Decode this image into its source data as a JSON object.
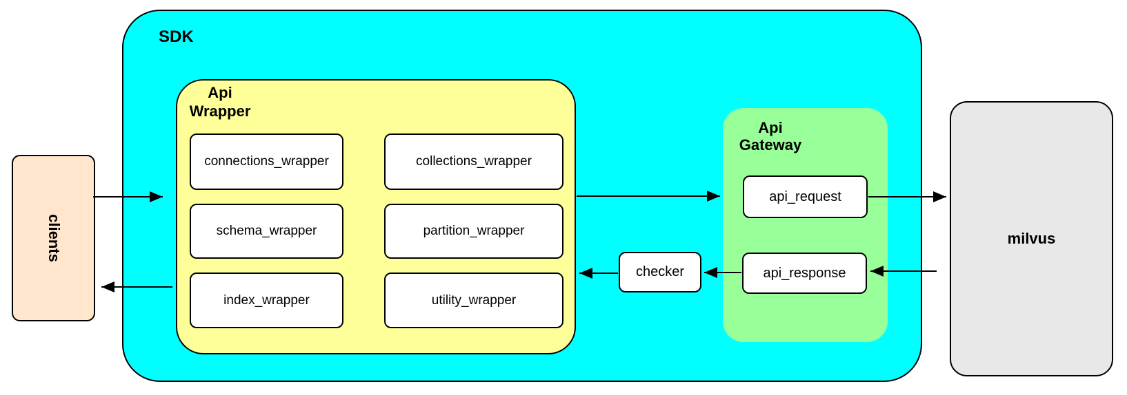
{
  "colors": {
    "sdk-fill": "#00FFFF",
    "wrapper-fill": "#FFFF99",
    "gateway-fill": "#99FF99",
    "clients-fill": "#FFE6CC",
    "milvus-fill": "#E8E8E8",
    "box-fill": "#FFFFFF",
    "stroke": "#000000"
  },
  "clients": {
    "label": "clients"
  },
  "sdk": {
    "label": "SDK"
  },
  "api_wrapper": {
    "label": "Api\nWrapper",
    "boxes": [
      "connections_wrapper",
      "collections_wrapper",
      "schema_wrapper",
      "partition_wrapper",
      "index_wrapper",
      "utility_wrapper"
    ]
  },
  "checker": {
    "label": "checker"
  },
  "api_gateway": {
    "label": "Api\nGateway",
    "boxes": [
      "api_request",
      "api_response"
    ]
  },
  "milvus": {
    "label": "milvus"
  }
}
